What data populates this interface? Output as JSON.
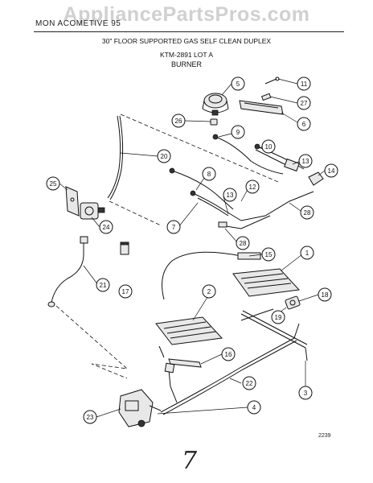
{
  "watermark": "AppliancePartsPros.com",
  "header": {
    "model": "MON  ACOMETIVE  95",
    "title": "30\" FLOOR SUPPORTED GAS SELF CLEAN DUPLEX",
    "subtitle": "KTM-2891 LOT A",
    "section": "BURNER"
  },
  "page_code": "2239",
  "page_number": "7",
  "callouts": [
    {
      "id": "c5",
      "label": "5"
    },
    {
      "id": "c11",
      "label": "11"
    },
    {
      "id": "c27",
      "label": "27"
    },
    {
      "id": "c6",
      "label": "6"
    },
    {
      "id": "c26",
      "label": "26"
    },
    {
      "id": "c9",
      "label": "9"
    },
    {
      "id": "c10",
      "label": "10"
    },
    {
      "id": "c20",
      "label": "20"
    },
    {
      "id": "c13a",
      "label": "13"
    },
    {
      "id": "c14",
      "label": "14"
    },
    {
      "id": "c8",
      "label": "8"
    },
    {
      "id": "c25",
      "label": "25"
    },
    {
      "id": "c13b",
      "label": "13"
    },
    {
      "id": "c12",
      "label": "12"
    },
    {
      "id": "c28a",
      "label": "28"
    },
    {
      "id": "c7",
      "label": "7"
    },
    {
      "id": "c24",
      "label": "24"
    },
    {
      "id": "c28b",
      "label": "28"
    },
    {
      "id": "c15",
      "label": "15"
    },
    {
      "id": "c1",
      "label": "1"
    },
    {
      "id": "c17",
      "label": "17"
    },
    {
      "id": "c21",
      "label": "21"
    },
    {
      "id": "c2",
      "label": "2"
    },
    {
      "id": "c18",
      "label": "18"
    },
    {
      "id": "c19",
      "label": "19"
    },
    {
      "id": "c16",
      "label": "16"
    },
    {
      "id": "c22",
      "label": "22"
    },
    {
      "id": "c3",
      "label": "3"
    },
    {
      "id": "c4",
      "label": "4"
    },
    {
      "id": "c23",
      "label": "23"
    }
  ]
}
